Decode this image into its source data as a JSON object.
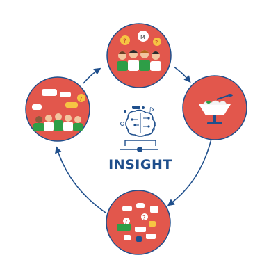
{
  "center": {
    "title": "INSIGHT"
  },
  "colors": {
    "circle_fill": "#e2574c",
    "circle_stroke": "#1f4f8c",
    "arrow": "#1f4f8c",
    "brain": "#1f4f8c",
    "bubble_yellow": "#f6c543",
    "bubble_white": "#ffffff",
    "shirt_green": "#2e9e47"
  },
  "nodes": [
    {
      "name": "node-top",
      "icon": "group-with-question-bubbles"
    },
    {
      "name": "node-right",
      "icon": "funnel-filter"
    },
    {
      "name": "node-bottom",
      "icon": "feedback-messages"
    },
    {
      "name": "node-left",
      "icon": "crowd-discussion"
    }
  ],
  "cycle_direction": "clockwise"
}
